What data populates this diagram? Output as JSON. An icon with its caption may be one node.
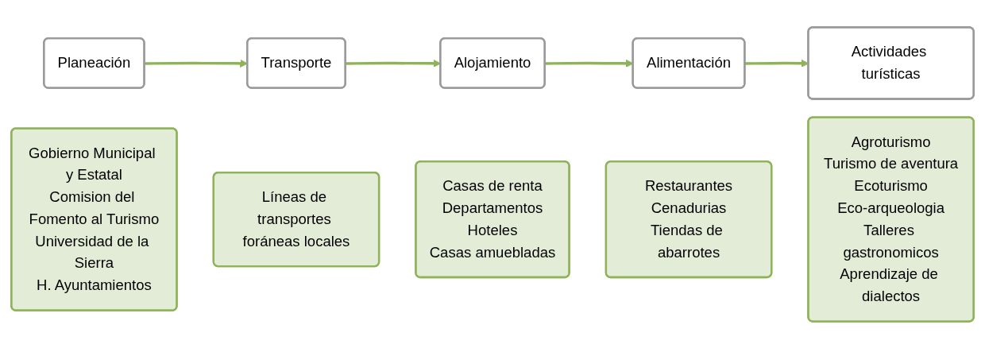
{
  "diagram": {
    "nodes": [
      {
        "text": [
          "Planeación"
        ]
      },
      {
        "text": [
          "Gobierno Municipal y Estatal",
          "Comision del Fomento al Turismo",
          "Universidad de la Sierra",
          "H. Ayuntamientos"
        ]
      },
      {
        "text": [
          "Transporte"
        ]
      },
      {
        "text": [
          "Líneas de transportes foráneas locales"
        ]
      },
      {
        "text": [
          "Alojamiento"
        ]
      },
      {
        "text": [
          "Casas de renta",
          "Departamentos",
          "Hoteles",
          "Casas amuebladas"
        ]
      },
      {
        "text": [
          "Alimentación"
        ]
      },
      {
        "text": [
          "Restaurantes",
          "Cenadurias",
          "Tiendas de abarrotes"
        ]
      },
      {
        "text": [
          "Actividades turísticas"
        ]
      },
      {
        "text": [
          "Agroturismo",
          "Turismo de aventura",
          "Ecoturismo",
          "Eco-arqueologia",
          "Talleres gastronomicos",
          "Aprendizaje de dialectos"
        ]
      }
    ],
    "edges": [
      {
        "from": 0,
        "to": 2,
        "arrow": "to"
      },
      {
        "from": 2,
        "to": 4,
        "arrow": "to"
      },
      {
        "from": 4,
        "to": 6,
        "arrow": "to"
      },
      {
        "from": 6,
        "to": 8,
        "arrow": "to"
      }
    ]
  }
}
